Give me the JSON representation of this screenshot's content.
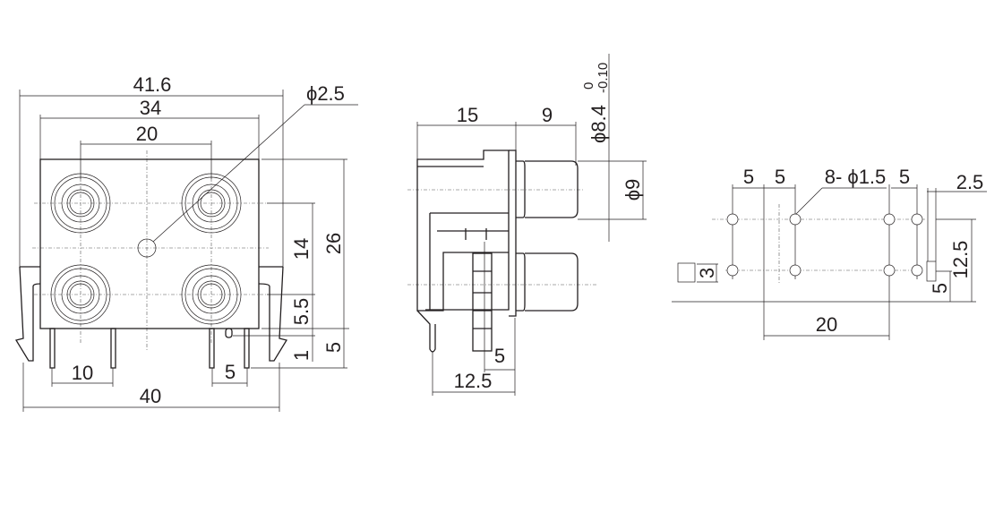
{
  "front_view": {
    "overall_width": "41.6",
    "body_width": "34",
    "jack_spacing": "20",
    "center_hole": "ϕ2.5",
    "vertical_jack_spacing": "14",
    "bottom_jack_offset": "5.5",
    "pin_gap": "1",
    "body_height": "26",
    "pin_length": "5",
    "pin_spacing_left": "10",
    "pin_spacing_right": "5",
    "bracket_width": "40"
  },
  "side_view": {
    "body_depth": "15",
    "plug_length": "9",
    "plug_diameter_tol": "ϕ8.4",
    "tol_upper": "0",
    "tol_lower": "-0.10",
    "plug_outer_diameter": "ϕ9",
    "pin_offset": "5",
    "pin_depth": "12.5"
  },
  "footprint": {
    "spacing_a": "5",
    "spacing_b": "5",
    "holes": "8- ϕ1.5",
    "spacing_c": "5",
    "slot_width": "2.5",
    "square_size": "3",
    "row_spacing": "12.5",
    "slot_offset": "5",
    "span": "20"
  }
}
